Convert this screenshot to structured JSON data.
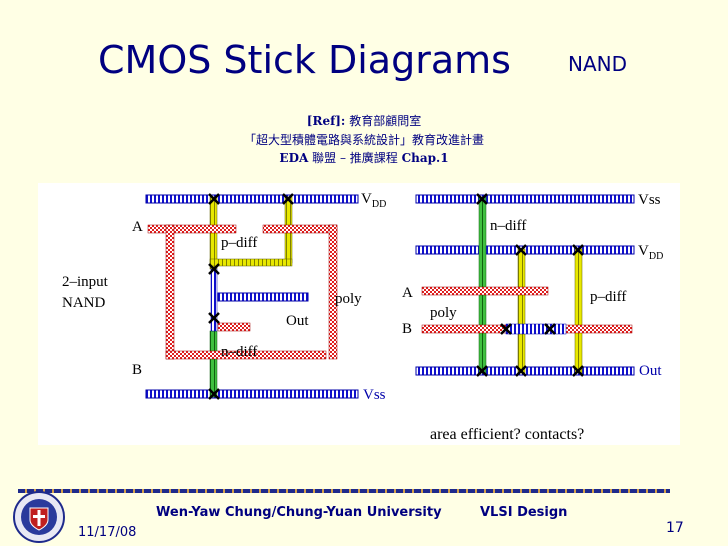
{
  "slide": {
    "title": "CMOS Stick Diagrams",
    "subtitle": "NAND",
    "ref_tag": "[Ref]:",
    "ref_line1": "教育部顧問室",
    "ref_line2": "「超大型積體電路與系統設計」教育改進計畫",
    "ref_line3_a": "EDA",
    "ref_line3_b": "聯盟 – 推廣課程",
    "ref_line3_c": "Chap.1"
  },
  "diagram": {
    "left": {
      "vdd": "V",
      "vdd_sub": "DD",
      "vss": "Vss",
      "a": "A",
      "b": "B",
      "pdiff": "p–diff",
      "ndiff": "n–diff",
      "poly": "poly",
      "out": "Out",
      "gate_name_1": "2–input",
      "gate_name_2": "NAND"
    },
    "right": {
      "vss": "Vss",
      "vdd": "V",
      "vdd_sub": "DD",
      "a": "A",
      "b": "B",
      "ndiff": "n–diff",
      "pdiff": "p–diff",
      "poly": "poly",
      "out": "Out"
    },
    "question": "area efficient? contacts?"
  },
  "footer": {
    "date": "11/17/08",
    "author": "Wen-Yaw Chung/Chung-Yuan University",
    "course": "VLSI Design",
    "page": "17"
  },
  "colors": {
    "title": "#000080",
    "background": "#FFFFE5",
    "metal": "#0000CC",
    "poly": "#E02020",
    "pdiff": "#C8C800",
    "ndiff": "#30A030"
  }
}
